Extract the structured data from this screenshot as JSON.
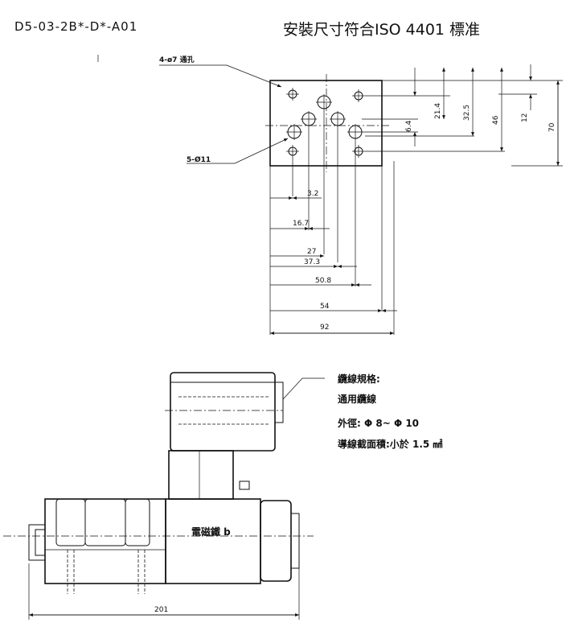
{
  "header": {
    "model": "D5-03-2B*-D*-A01",
    "standard": "安裝尺寸符合ISO 4401 標准"
  },
  "top_view": {
    "callouts": {
      "through_holes": "4-ø7 通孔",
      "ports": "5-Ø11"
    },
    "dimensions": {
      "d_3_2": "3.2",
      "d_16_7": "16.7",
      "d_27": "27",
      "d_37_3": "37.3",
      "d_50_8": "50.8",
      "d_54": "54",
      "d_92": "92",
      "d_6_4": "6.4",
      "d_21_4": "21.4",
      "d_32_5": "32.5",
      "d_46": "46",
      "d_12": "12",
      "d_70": "70"
    }
  },
  "side_view": {
    "solenoid_label": "電磁鐵 b",
    "overall_length": "201",
    "cable_notes": {
      "spec": "纜線規格:",
      "type": "通用纜線",
      "outer_diameter": "外徑: Φ 8~ Φ 10",
      "conductor_area": "導線截面積:小於 1.5 ㎟"
    }
  }
}
